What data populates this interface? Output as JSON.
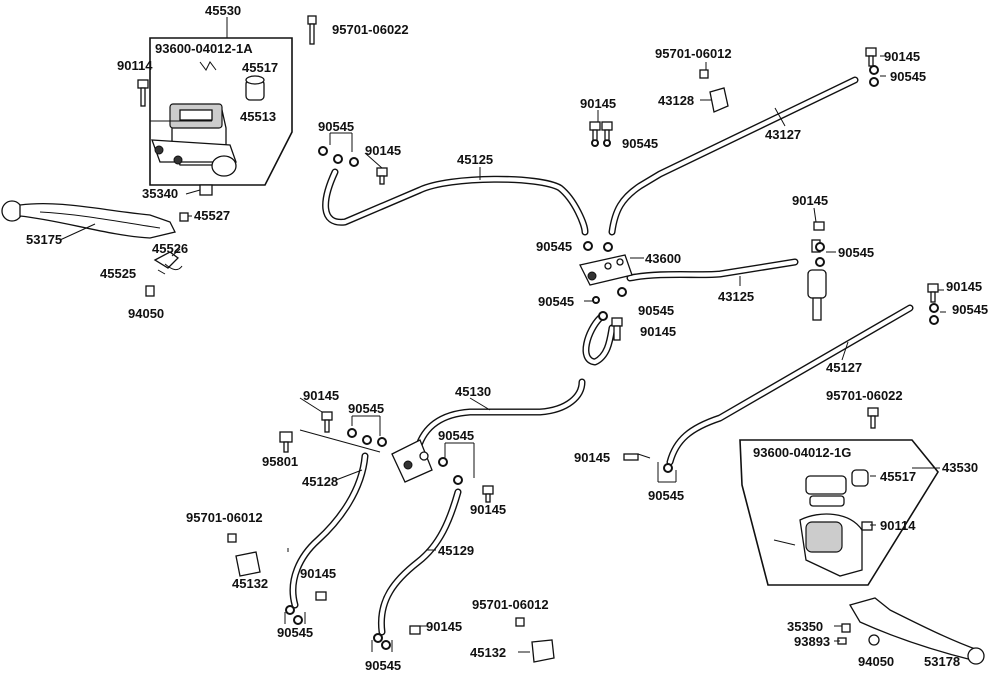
{
  "labels": {
    "l45530": "45530",
    "l93600a": "93600-04012-1A",
    "l90114a": "90114",
    "l45517a": "45517",
    "l45513": "45513",
    "l95701_06022a": "95701-06022",
    "l35340": "35340",
    "l45527": "45527",
    "l53175": "53175",
    "l45526": "45526",
    "l45525": "45525",
    "l94050a": "94050",
    "l90545_a": "90545",
    "l90145_a": "90145",
    "l45125": "45125",
    "l95701_06012a": "95701-06012",
    "l90145_b": "90145",
    "l43128": "43128",
    "l90545_b": "90545",
    "l90145_c": "90145",
    "l90545_c": "90545",
    "l43127": "43127",
    "l90545_d": "90545",
    "l43600": "43600",
    "l90545_e": "90545",
    "l90545_f": "90545",
    "l90145_d": "90145",
    "l43125": "43125",
    "l90145_e": "90145",
    "l90545_g": "90545",
    "l90145_f": "90145",
    "l90545_h": "90545",
    "l45127": "45127",
    "l45130": "45130",
    "l90145_g": "90145",
    "l90545_i": "90545",
    "l95801": "95801",
    "l45128": "45128",
    "l90545_j": "90545",
    "l90145_h": "90145",
    "l95701_06012b": "95701-06012",
    "l45129": "45129",
    "l45132a": "45132",
    "l90145_i": "90145",
    "l90545_k": "90545",
    "l95701_06012c": "95701-06012",
    "l90145_j": "90145",
    "l45132b": "45132",
    "l90545_l": "90545",
    "l90145_k": "90145",
    "l90545_m": "90545",
    "l95701_06022b": "95701-06022",
    "l93600g": "93600-04012-1G",
    "l43530": "43530",
    "l45517b": "45517",
    "l90114b": "90114",
    "l35350": "35350",
    "l93893": "93893",
    "l94050b": "94050",
    "l53178": "53178"
  }
}
